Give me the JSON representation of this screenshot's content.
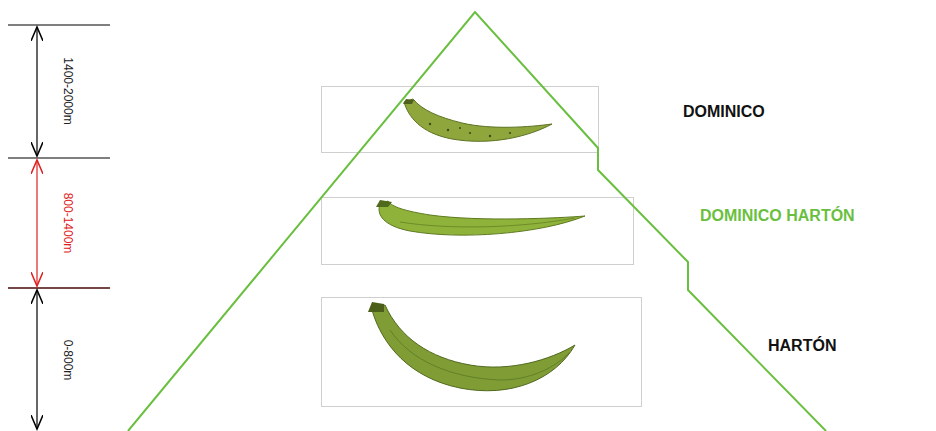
{
  "diagram": {
    "labels": [
      "1400-2000m",
      "800-1400m",
      "0-800m",
      "DOMINICO",
      "DOMINICO HARTÓN",
      "HARTÓN"
    ]
  }
}
